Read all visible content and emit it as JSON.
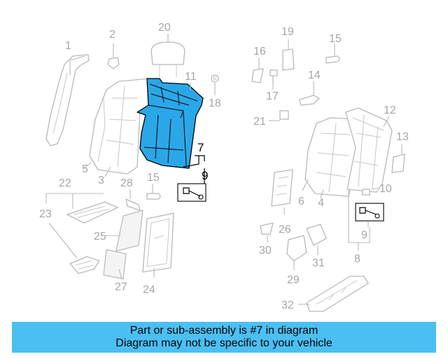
{
  "callouts": {
    "c1": "1",
    "c2": "2",
    "c3": "3",
    "c4": "4",
    "c5": "5",
    "c6": "6",
    "c7": "7",
    "c8": "8",
    "c9a": "9",
    "c9b": "9",
    "c10": "10",
    "c11": "11",
    "c12": "12",
    "c13": "13",
    "c14": "14",
    "c15a": "15",
    "c15b": "15",
    "c16": "16",
    "c17": "17",
    "c18": "18",
    "c19": "19",
    "c20": "20",
    "c21": "21",
    "c22": "22",
    "c23": "23",
    "c24": "24",
    "c25": "25",
    "c26": "26",
    "c27": "27",
    "c28": "28",
    "c29": "29",
    "c30": "30",
    "c31": "31",
    "c32": "32"
  },
  "highlight": {
    "part_number": "7",
    "color": "#2aa7e8"
  },
  "banner": {
    "line1": "Part or sub-assembly is #7 in diagram",
    "line2": "Diagram may not be specific to your vehicle",
    "color": "#4cbff2"
  }
}
